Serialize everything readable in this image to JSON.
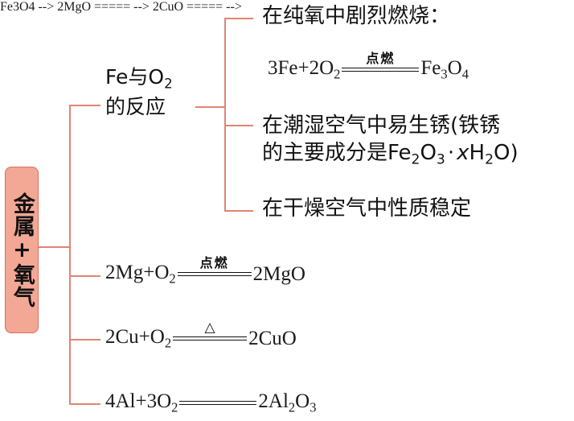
{
  "diagram": {
    "type": "tree-mindmap",
    "title_node": {
      "label": "金属+氧气",
      "fill": "#f3a795",
      "border": "#d9705c"
    },
    "connector_color": "#df8473",
    "branches": [
      {
        "id": "fe-o2",
        "label_line1": "Fe与O",
        "label_line1_sub": "2",
        "label_line2": "的反应",
        "children": [
          {
            "id": "pure-oxygen",
            "text": "在纯氧中剧烈燃烧：",
            "equation": {
              "left": "3Fe+2O",
              "left_sub": "2",
              "condition": "点燃",
              "right_a": "Fe",
              "right_a_sub": "3",
              "right_b": "O",
              "right_b_sub": "4"
            }
          },
          {
            "id": "moist-air-rust",
            "text_line1": "在潮湿空气中易生锈(铁锈",
            "text_line2_pre": "的主要成分是Fe",
            "text_line2_sub1": "2",
            "text_line2_mid": "O",
            "text_line2_sub2": "3",
            "text_line2_dot": "·",
            "text_line2_x": "x",
            "text_line2_h": "H",
            "text_line2_sub3": "2",
            "text_line2_end": "O)"
          },
          {
            "id": "dry-air-stable",
            "text": "在干燥空气中性质稳定"
          }
        ]
      },
      {
        "id": "mg-o2",
        "equation": {
          "left": "2Mg+O",
          "left_sub": "2",
          "condition": "点燃",
          "right": "2MgO"
        }
      },
      {
        "id": "cu-o2",
        "equation": {
          "left": "2Cu+O",
          "left_sub": "2",
          "condition": "△",
          "right": "2CuO"
        }
      },
      {
        "id": "al-o2",
        "equation": {
          "left": "4Al+3O",
          "left_sub": "2",
          "condition": "",
          "right_a": "2Al",
          "right_a_sub": "2",
          "right_b": "O",
          "right_b_sub": "3"
        }
      }
    ]
  }
}
